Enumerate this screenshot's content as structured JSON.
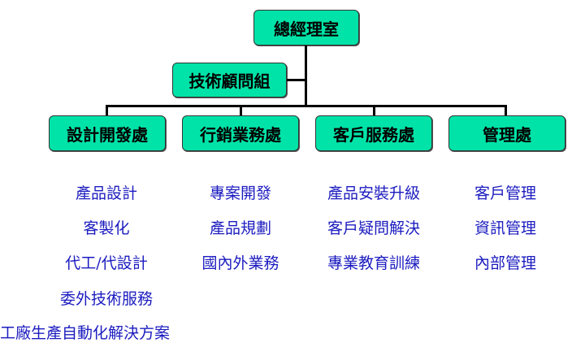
{
  "top": {
    "label": "總經理室"
  },
  "advisor": {
    "label": "技術顧問組"
  },
  "departments": [
    {
      "label": "設計開發處",
      "items": [
        "產品設計",
        "客製化",
        "代工/代設計",
        "委外技術服務",
        "工廠生產自動化解決方案"
      ]
    },
    {
      "label": "行銷業務處",
      "items": [
        "專案開發",
        "產品規劃",
        "國內外業務"
      ]
    },
    {
      "label": "客戶服務處",
      "items": [
        "產品安裝升級",
        "客戶疑問解決",
        "專業教育訓練"
      ]
    },
    {
      "label": "管理處",
      "items": [
        "客戶管理",
        "資訊管理",
        "內部管理"
      ]
    }
  ],
  "colors": {
    "box": "#00e3a8",
    "item_text": "#1c1cc0"
  }
}
